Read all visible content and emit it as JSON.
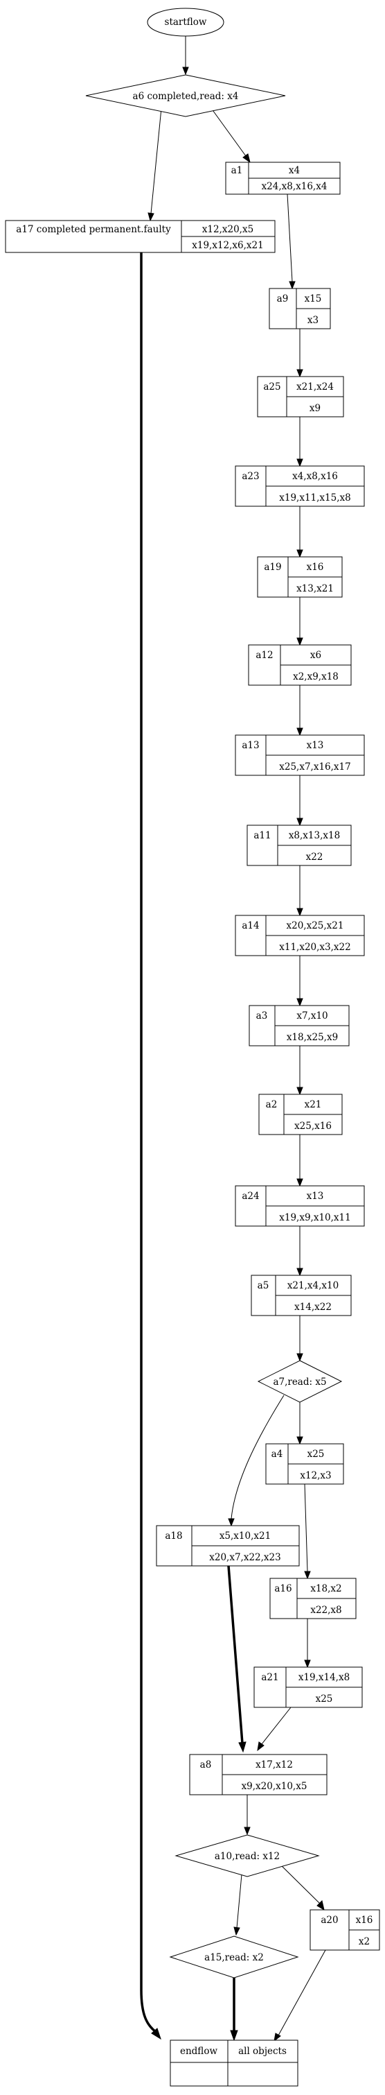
{
  "start": "startflow",
  "diamonds": {
    "d_a6": "a6 completed,read: x4",
    "d_a7": "a7,read: x5",
    "d_a10": "a10,read: x12",
    "d_a15": "a15,read: x2"
  },
  "records": {
    "a1": {
      "id": "a1",
      "top": "x4",
      "bottom": "x24,x8,x16,x4"
    },
    "a17": {
      "id": "a17 completed permanent.faulty",
      "top": "x12,x20,x5",
      "bottom": "x19,x12,x6,x21"
    },
    "a9": {
      "id": "a9",
      "top": "x15",
      "bottom": "x3"
    },
    "a25": {
      "id": "a25",
      "top": "x21,x24",
      "bottom": "x9"
    },
    "a23": {
      "id": "a23",
      "top": "x4,x8,x16",
      "bottom": "x19,x11,x15,x8"
    },
    "a19": {
      "id": "a19",
      "top": "x16",
      "bottom": "x13,x21"
    },
    "a12": {
      "id": "a12",
      "top": "x6",
      "bottom": "x2,x9,x18"
    },
    "a13": {
      "id": "a13",
      "top": "x13",
      "bottom": "x25,x7,x16,x17"
    },
    "a11": {
      "id": "a11",
      "top": "x8,x13,x18",
      "bottom": "x22"
    },
    "a14": {
      "id": "a14",
      "top": "x20,x25,x21",
      "bottom": "x11,x20,x3,x22"
    },
    "a3": {
      "id": "a3",
      "top": "x7,x10",
      "bottom": "x18,x25,x9"
    },
    "a2": {
      "id": "a2",
      "top": "x21",
      "bottom": "x25,x16"
    },
    "a24": {
      "id": "a24",
      "top": "x13",
      "bottom": "x19,x9,x10,x11"
    },
    "a5": {
      "id": "a5",
      "top": "x21,x4,x10",
      "bottom": "x14,x22"
    },
    "a4": {
      "id": "a4",
      "top": "x25",
      "bottom": "x12,x3"
    },
    "a18": {
      "id": "a18",
      "top": "x5,x10,x21",
      "bottom": "x20,x7,x22,x23"
    },
    "a16": {
      "id": "a16",
      "top": "x18,x2",
      "bottom": "x22,x8"
    },
    "a21": {
      "id": "a21",
      "top": "x19,x14,x8",
      "bottom": "x25"
    },
    "a8": {
      "id": "a8",
      "top": "x17,x12",
      "bottom": "x9,x20,x10,x5"
    },
    "a20": {
      "id": "a20",
      "top": "x16",
      "bottom": "x2"
    }
  },
  "end": {
    "left": "endflow",
    "right": "all objects"
  }
}
